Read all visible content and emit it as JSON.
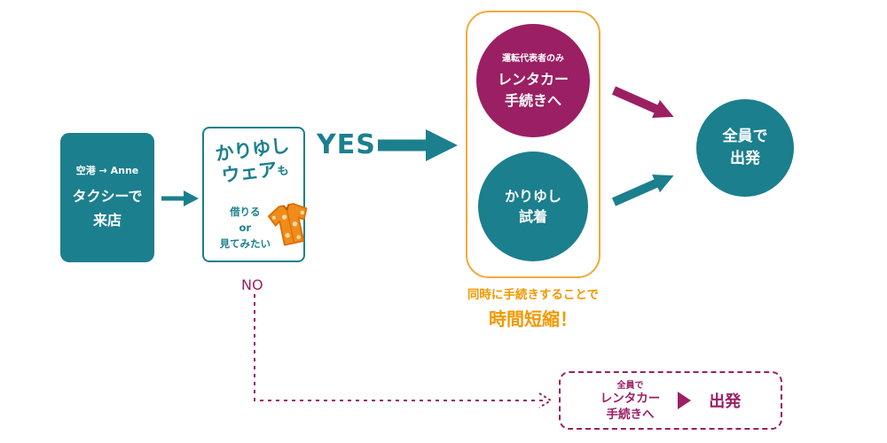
{
  "colors": {
    "teal": "#1b7f8e",
    "magenta": "#9b1f63",
    "orange": "#f39800",
    "orange_border": "#f2a93c"
  },
  "start_box": {
    "subtitle": "空港 → Anne",
    "line1": "タクシーで",
    "line2": "来店"
  },
  "decision_box": {
    "title_line1": "かりゆし",
    "title_line2": "ウェア",
    "title_suffix": "も",
    "option1": "借りる",
    "option2": "or",
    "option3": "見てみたい",
    "icon": "aloha-shirt-icon"
  },
  "labels": {
    "yes": "YES",
    "no": "NO"
  },
  "parallel_box": {
    "top_circle": {
      "subtitle": "運転代表者のみ",
      "line1": "レンタカー",
      "line2": "手続きへ"
    },
    "bottom_circle": {
      "line1": "かりゆし",
      "line2": "試着"
    },
    "caption_line1": "同時に手続きすることで",
    "caption_line2": "時間短縮！"
  },
  "end_circle": {
    "line1": "全員で",
    "line2": "出発"
  },
  "no_path_box": {
    "subtitle": "全員で",
    "line1": "レンタカー",
    "line2": "手続きへ",
    "arrow_icon": "play-arrow-icon",
    "end_label": "出発"
  }
}
